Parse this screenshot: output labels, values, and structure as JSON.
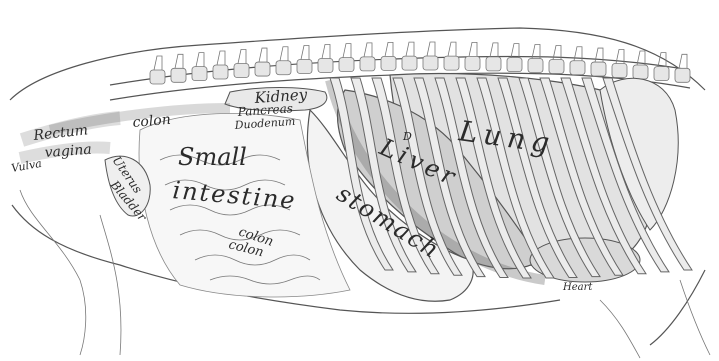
{
  "labels": {
    "kidney": "Kidney",
    "pancreas": "Pancreas",
    "duodenum": "Duodenum",
    "rectum": "Rectum",
    "colon_upper": "colon",
    "vagina": "vagina",
    "vulva": "Vulva",
    "uterus": "Uterus",
    "bladder": "Bladder",
    "small": "Small",
    "intestine": "intestine",
    "colon_mid": "colon",
    "colon_low": "colon",
    "stomach": "stomach",
    "liver": "Liver",
    "lung": "Lung",
    "d": "D",
    "heart": "Heart"
  }
}
